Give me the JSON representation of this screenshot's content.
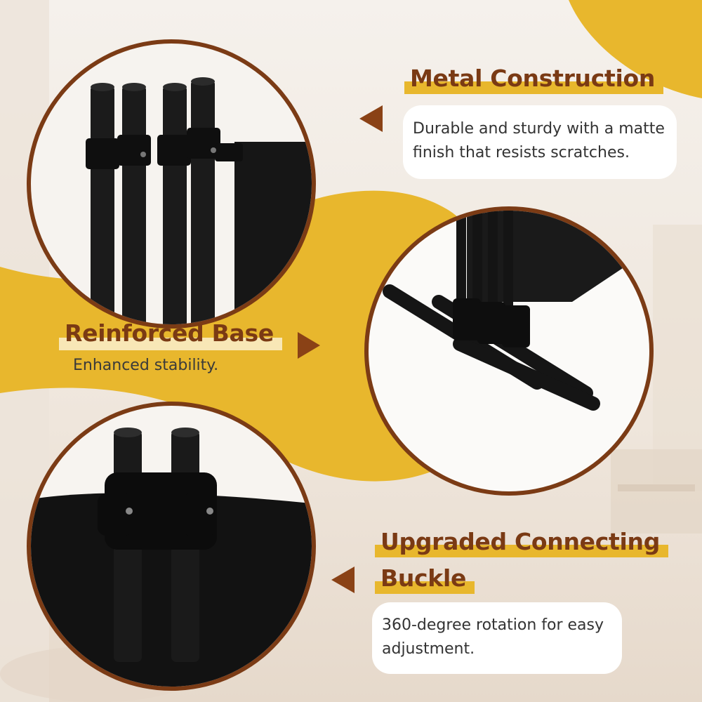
{
  "features": [
    {
      "title": "Metal Construction",
      "description": "Durable and sturdy with a matte finish that resists scratches."
    },
    {
      "title": "Reinforced Base",
      "description": "Enhanced stability."
    },
    {
      "title_line1": "Upgraded Connecting",
      "title_line2": "Buckle",
      "description": "360-degree rotation for easy adjustment."
    }
  ],
  "colors": {
    "accent_yellow": "#e8b72d",
    "heading_brown": "#7a3a14",
    "ring_brown": "#7b3b15",
    "background": "#efe7de"
  }
}
